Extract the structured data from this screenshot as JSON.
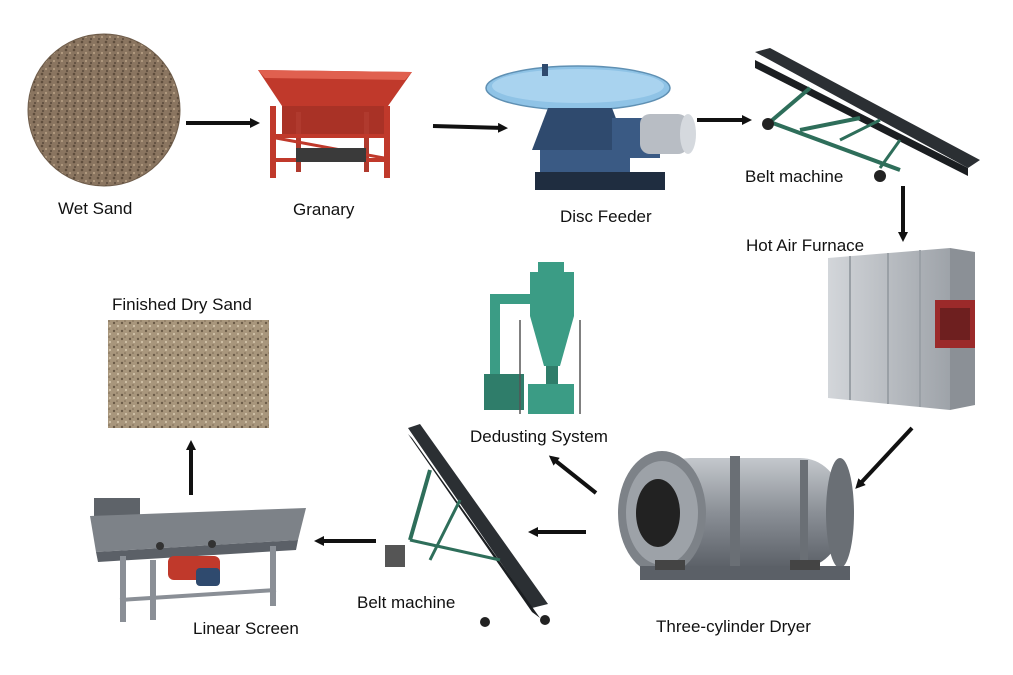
{
  "labels": {
    "wet_sand": "Wet Sand",
    "granary": "Granary",
    "disc_feeder": "Disc Feeder",
    "belt_machine_top": "Belt machine",
    "hot_air_furnace": "Hot Air Furnace",
    "three_cylinder_dryer": "Three-cylinder Dryer",
    "dedusting_system": "Dedusting System",
    "belt_machine_bottom": "Belt machine",
    "linear_screen": "Linear Screen",
    "finished_dry_sand": "Finished Dry Sand"
  },
  "colors": {
    "sand_wet": "#8a7560",
    "sand_dry": "#a8967c",
    "granary_red": "#c0392b",
    "disc_blue": "#8fc3e6",
    "feeder_navy": "#2f4a6e",
    "belt_dark": "#2b2f33",
    "belt_frame": "#2e6e5a",
    "furnace_grey": "#b9bdc2",
    "furnace_red": "#9b2a2a",
    "dryer_grey": "#8a8f96",
    "cyclone_teal": "#3b9c85",
    "screen_grey": "#7d8288",
    "motor_red": "#c0392b",
    "arrow": "#111111"
  }
}
